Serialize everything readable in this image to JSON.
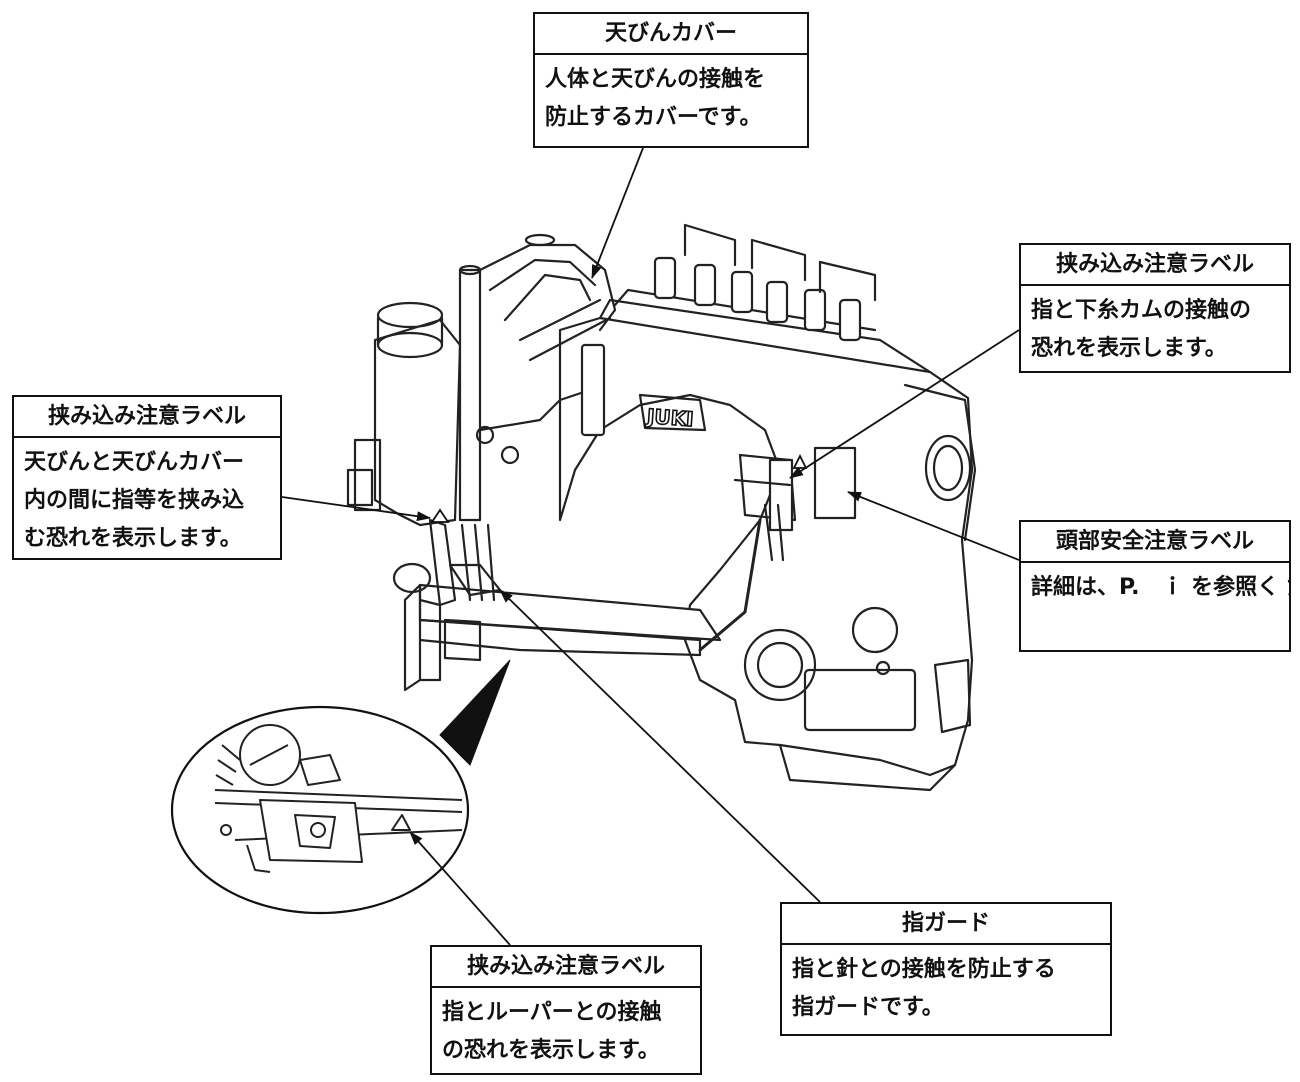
{
  "diagram": {
    "brand_logo": "JUKI",
    "callouts": [
      {
        "id": "tenbin-cover",
        "title": "天びんカバー",
        "body": "人体と天びんの接触を\n防止するカバーです。"
      },
      {
        "id": "pinch-right",
        "title": "挟み込み注意ラベル",
        "body": "指と下糸カムの接触の\n恐れを表示します。"
      },
      {
        "id": "pinch-left",
        "title": "挟み込み注意ラベル",
        "body": "天びんと天びんカバー\n内の間に指等を挟み込\nむ恐れを表示します。"
      },
      {
        "id": "head-safety",
        "title": "頭部安全注意ラベル",
        "body": "詳細は、P.　ｉ を参照く\nださい。"
      },
      {
        "id": "finger-guard",
        "title": "指ガード",
        "body": "指と針との接触を防止する\n指ガードです。"
      },
      {
        "id": "pinch-bottom",
        "title": "挟み込み注意ラベル",
        "body": "指とルーパーとの接触\nの恐れを表示します。"
      }
    ]
  }
}
